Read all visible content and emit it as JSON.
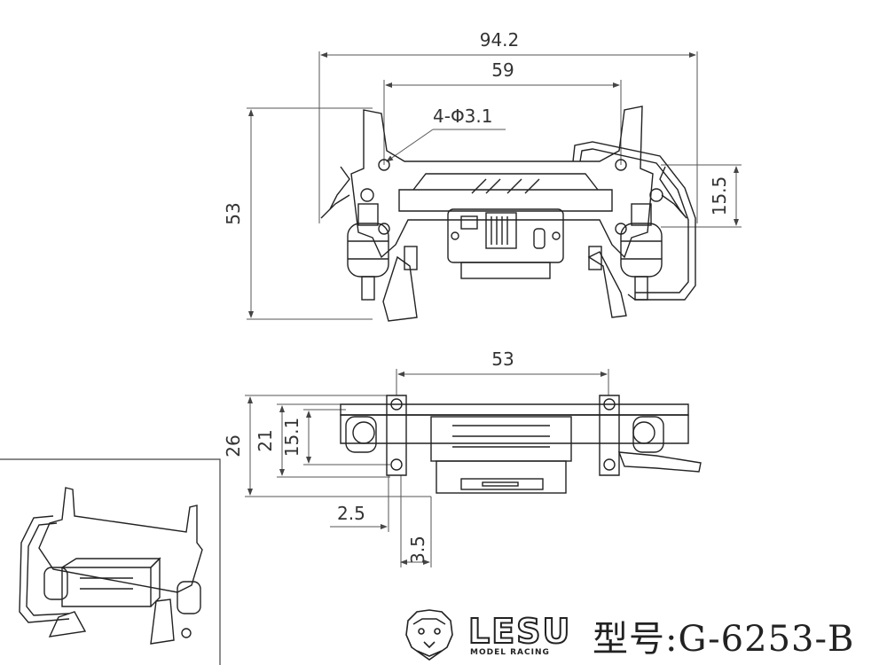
{
  "dimensions": {
    "top_view": {
      "overall_width": "94.2",
      "hole_spacing": "59",
      "hole_callout": "4-Φ3.1",
      "height": "53",
      "offset": "15.5"
    },
    "side_view": {
      "width": "53",
      "height_total": "26",
      "height_mid": "21",
      "height_low": "15.1",
      "offset_a": "2.5",
      "offset_b": "3.5"
    }
  },
  "branding": {
    "brand": "LESU",
    "sub": "MODEL RACING",
    "model_label": "型号:G-6253-B"
  },
  "colors": {
    "line": "#222222",
    "dim_line": "#555555",
    "paper": "#ffffff"
  },
  "icons": {
    "logo": "lion-head-icon"
  }
}
